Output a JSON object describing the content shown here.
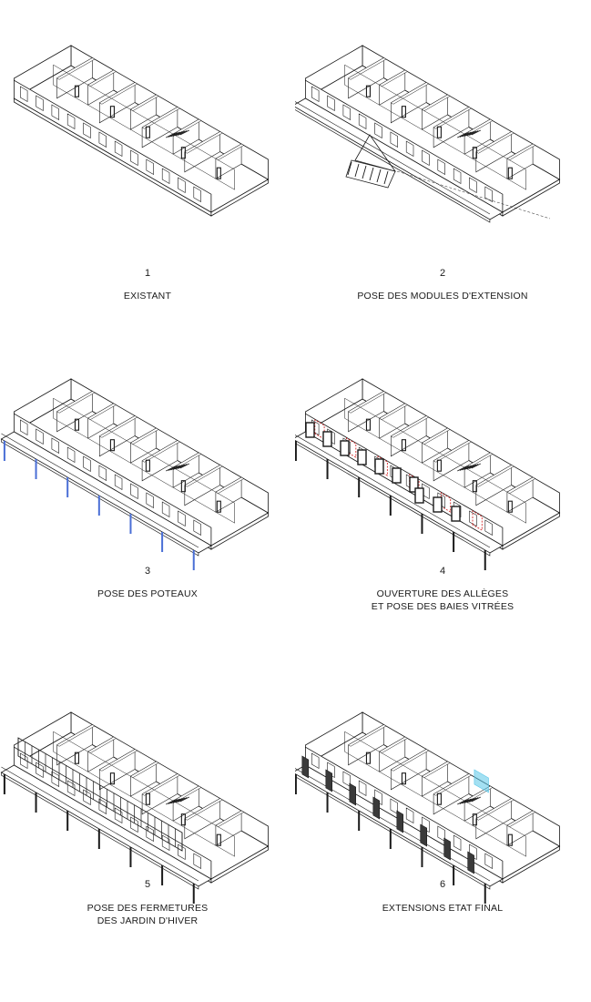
{
  "steps": [
    {
      "number": "1",
      "caption": [
        "EXISTANT"
      ]
    },
    {
      "number": "2",
      "caption": [
        "POSE DES MODULES D'EXTENSION"
      ]
    },
    {
      "number": "3",
      "caption": [
        "POSE DES POTEAUX"
      ]
    },
    {
      "number": "4",
      "caption": [
        "OUVERTURE DES ALLÈGES",
        "ET POSE DES BAIES VITRÉES"
      ]
    },
    {
      "number": "5",
      "caption": [
        "POSE DES FERMETURES",
        "DES JARDIN D'HIVER"
      ]
    },
    {
      "number": "6",
      "caption": [
        "EXTENSIONS ETAT FINAL"
      ]
    }
  ],
  "colors": {
    "line": "#1a1a1a",
    "demolition": "#d62b2b",
    "posts": "#4a6fd6",
    "glass": "#57c6e8"
  }
}
